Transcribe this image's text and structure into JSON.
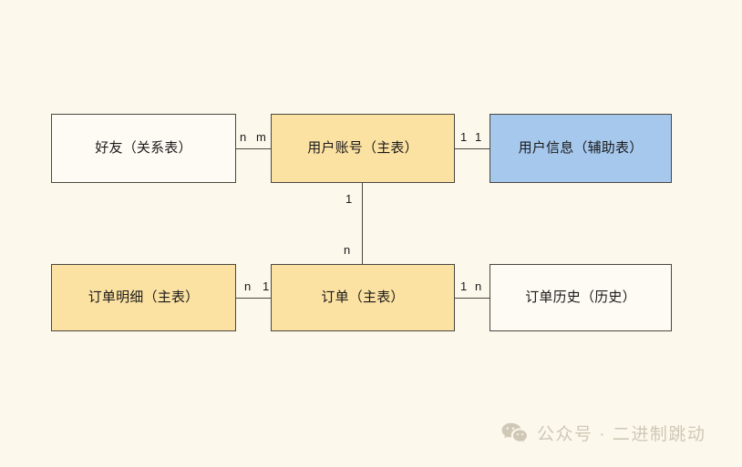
{
  "diagram": {
    "type": "entity-relationship",
    "title": "",
    "background_color": "#FDF8EC",
    "entities": [
      {
        "id": "friend",
        "label": "好友（关系表）",
        "fill": "#FEFBF4",
        "fill_name": "white",
        "row": "top",
        "column": "left"
      },
      {
        "id": "user-account",
        "label": "用户账号（主表）",
        "fill": "#FCE2A2",
        "fill_name": "yellow",
        "row": "top",
        "column": "center"
      },
      {
        "id": "user-info",
        "label": "用户信息（辅助表）",
        "fill": "#A6C8ED",
        "fill_name": "blue",
        "row": "top",
        "column": "right"
      },
      {
        "id": "order-detail",
        "label": "订单明细（主表）",
        "fill": "#FCE2A2",
        "fill_name": "yellow",
        "row": "bottom",
        "column": "left"
      },
      {
        "id": "order",
        "label": "订单（主表）",
        "fill": "#FCE2A2",
        "fill_name": "yellow",
        "row": "bottom",
        "column": "center"
      },
      {
        "id": "order-history",
        "label": "订单历史（历史）",
        "fill": "#FEFBF4",
        "fill_name": "white",
        "row": "bottom",
        "column": "right"
      }
    ],
    "relationships": [
      {
        "id": "friend-user-account",
        "from": "friend",
        "to": "user-account",
        "orientation": "horizontal",
        "from_cardinality": "n",
        "to_cardinality": "m"
      },
      {
        "id": "user-account-user-info",
        "from": "user-account",
        "to": "user-info",
        "orientation": "horizontal",
        "from_cardinality": "1",
        "to_cardinality": "1"
      },
      {
        "id": "user-account-order",
        "from": "user-account",
        "to": "order",
        "orientation": "vertical",
        "from_cardinality": "1",
        "to_cardinality": "n"
      },
      {
        "id": "order-detail-order",
        "from": "order-detail",
        "to": "order",
        "orientation": "horizontal",
        "from_cardinality": "n",
        "to_cardinality": "1"
      },
      {
        "id": "order-order-history",
        "from": "order",
        "to": "order-history",
        "orientation": "horizontal",
        "from_cardinality": "1",
        "to_cardinality": "n"
      }
    ]
  },
  "watermark": {
    "icon": "wechat-icon",
    "text": "公众号 · 二进制跳动",
    "color": "#CFC8B6"
  }
}
